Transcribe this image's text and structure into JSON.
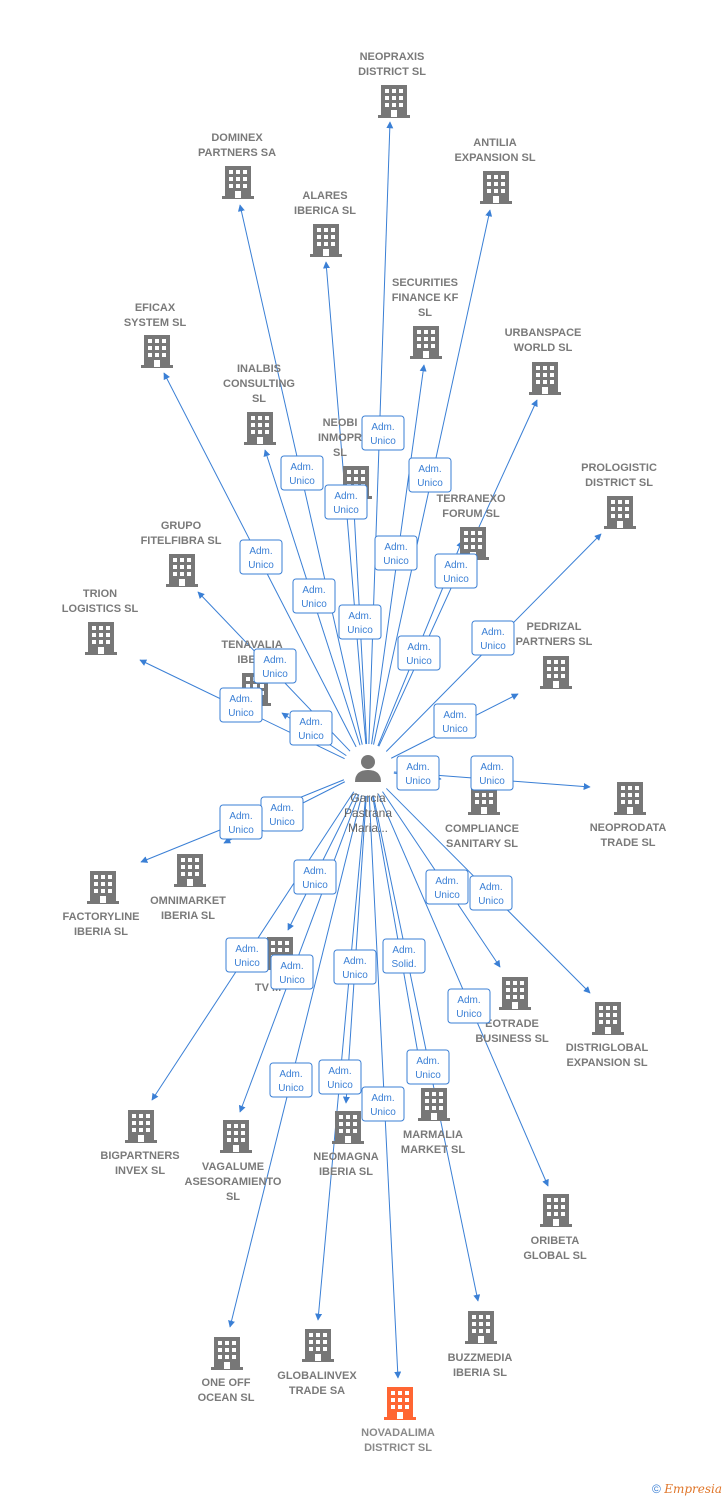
{
  "colors": {
    "edge": "#3a7fd5",
    "building": "#777777",
    "highlight": "#ff6633",
    "label": "#7a7a7a"
  },
  "center": {
    "name_lines": [
      "Garcia",
      "Pastrana",
      "Maria..."
    ],
    "icon": "person-icon"
  },
  "nodes": [
    {
      "id": "neopraxis",
      "lines": [
        "NEOPRAXIS",
        "DISTRICT  SL"
      ]
    },
    {
      "id": "dominex",
      "lines": [
        "DOMINEX",
        "PARTNERS SA"
      ]
    },
    {
      "id": "antilia",
      "lines": [
        "ANTILIA",
        "EXPANSION  SL"
      ]
    },
    {
      "id": "alares",
      "lines": [
        "ALARES",
        "IBERICA  SL"
      ]
    },
    {
      "id": "securities",
      "lines": [
        "SECURITIES",
        "FINANCE KF",
        "SL"
      ]
    },
    {
      "id": "eficax",
      "lines": [
        "EFICAX",
        "SYSTEM SL"
      ]
    },
    {
      "id": "urbanspace",
      "lines": [
        "URBANSPACE",
        "WORLD  SL"
      ]
    },
    {
      "id": "inalbis",
      "lines": [
        "INALBIS",
        "CONSULTING",
        "SL"
      ]
    },
    {
      "id": "neobi",
      "lines": [
        "NEOBI",
        "INMOPR",
        "SL"
      ]
    },
    {
      "id": "prologistic",
      "lines": [
        "PROLOGISTIC",
        "DISTRICT  SL"
      ]
    },
    {
      "id": "terranexo",
      "lines": [
        "TERRANEXO",
        "FORUM  SL"
      ]
    },
    {
      "id": "grupo",
      "lines": [
        "GRUPO",
        "FITELFIBRA  SL"
      ]
    },
    {
      "id": "trion",
      "lines": [
        "TRION",
        "LOGISTICS  SL"
      ]
    },
    {
      "id": "pedrizal",
      "lines": [
        "PEDRIZAL",
        "PARTNERS  SL"
      ]
    },
    {
      "id": "tenavalia",
      "lines": [
        "TENAVALIA",
        "IBERI"
      ]
    },
    {
      "id": "compliance",
      "lines": [
        "COMPLIANCE",
        "SANITARY  SL"
      ]
    },
    {
      "id": "neoprodata",
      "lines": [
        "NEOPRODATA",
        "TRADE  SL"
      ]
    },
    {
      "id": "omnimarket",
      "lines": [
        "OMNIMARKET",
        "IBERIA  SL"
      ]
    },
    {
      "id": "factoryline",
      "lines": [
        "FACTORYLINE",
        "IBERIA  SL"
      ]
    },
    {
      "id": "tvm",
      "lines": [
        "TV M"
      ]
    },
    {
      "id": "geotrade",
      "lines": [
        "EOTRADE",
        "BUSINESS  SL"
      ]
    },
    {
      "id": "distriglobal",
      "lines": [
        "DISTRIGLOBAL",
        "EXPANSION  SL"
      ]
    },
    {
      "id": "marmalia",
      "lines": [
        "MARMALIA",
        "MARKET  SL"
      ]
    },
    {
      "id": "bigpartners",
      "lines": [
        "BIGPARTNERS",
        "INVEX  SL"
      ]
    },
    {
      "id": "vagalume",
      "lines": [
        "VAGALUME",
        "ASESORAMIENTO",
        "SL"
      ]
    },
    {
      "id": "neomagna",
      "lines": [
        "NEOMAGNA",
        "IBERIA  SL"
      ]
    },
    {
      "id": "oribeta",
      "lines": [
        "ORIBETA",
        "GLOBAL  SL"
      ]
    },
    {
      "id": "oneoff",
      "lines": [
        "ONE OFF",
        "OCEAN  SL"
      ]
    },
    {
      "id": "globalinvex",
      "lines": [
        "GLOBALINVEX",
        "TRADE SA"
      ]
    },
    {
      "id": "buzzmedia",
      "lines": [
        "BUZZMEDIA",
        "IBERIA  SL"
      ]
    },
    {
      "id": "novadalima",
      "lines": [
        "NOVADALIMA",
        "DISTRICT  SL"
      ],
      "highlight": true
    }
  ],
  "edge_labels": {
    "adm_unico": [
      "Adm.",
      "Unico"
    ],
    "adm_solid": [
      "Adm.",
      "Solid."
    ]
  },
  "footer": {
    "copyright": "©",
    "brand": "Empresia"
  }
}
